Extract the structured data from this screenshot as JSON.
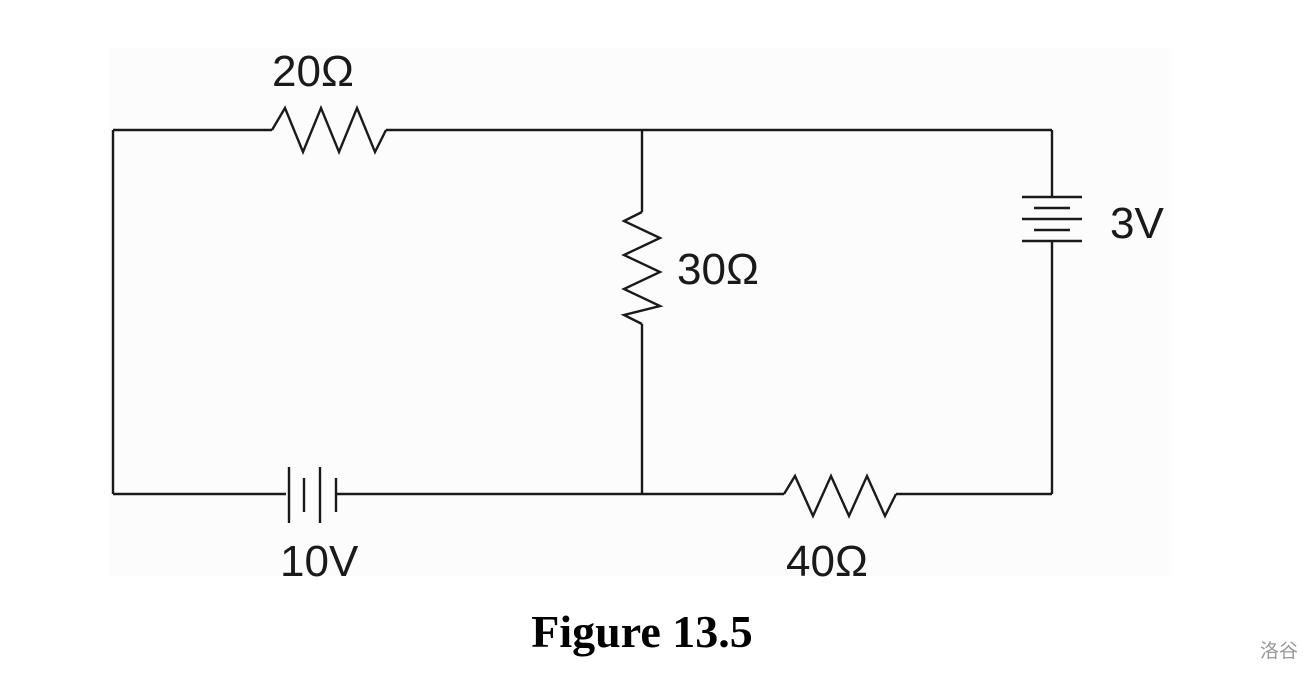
{
  "circuit": {
    "components": [
      {
        "id": "r20",
        "kind": "resistor",
        "label": "20Ω"
      },
      {
        "id": "r30",
        "kind": "resistor",
        "label": "30Ω"
      },
      {
        "id": "r40",
        "kind": "resistor",
        "label": "40Ω"
      },
      {
        "id": "b3",
        "kind": "battery",
        "label": "3V"
      },
      {
        "id": "b10",
        "kind": "battery",
        "label": "10V"
      }
    ]
  },
  "caption": "Figure 13.5",
  "watermark": "洛谷"
}
